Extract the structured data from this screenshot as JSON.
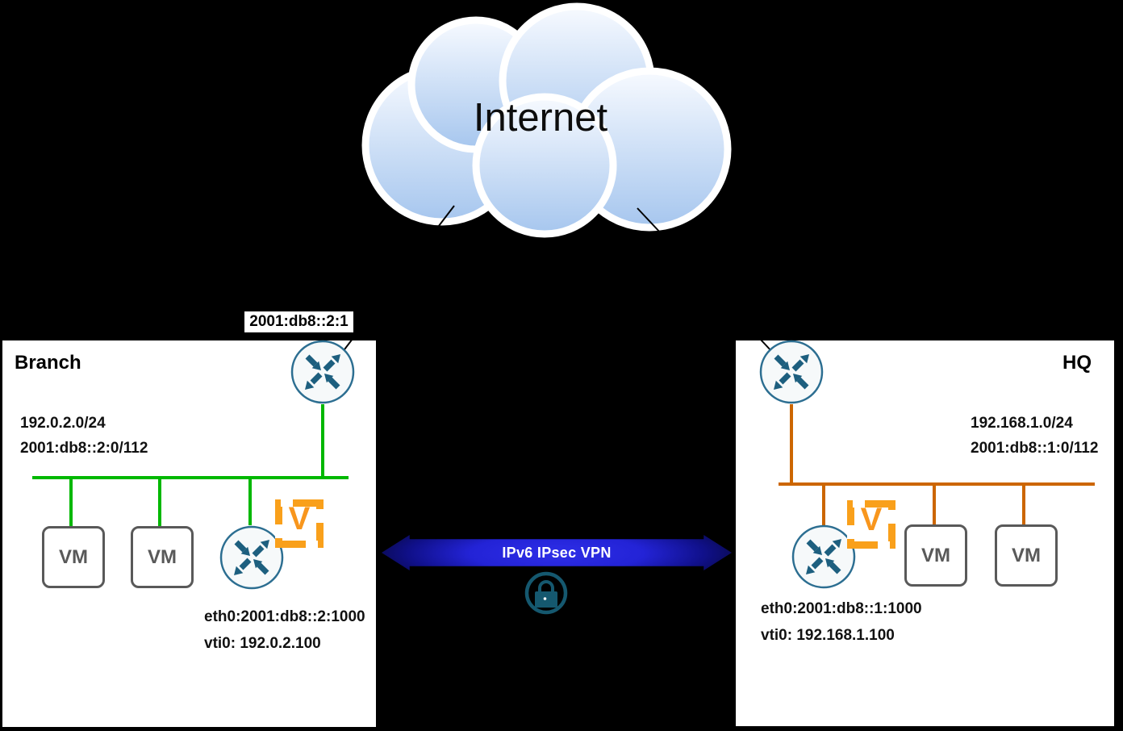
{
  "colors": {
    "background": "#000000",
    "site_bg": "#ffffff",
    "lan_branch": "#00b800",
    "lan_hq": "#cc6600",
    "router_teal": "#1d5f7f",
    "router_ring": "#2c6e91",
    "vyos_orange": "#f9a01b",
    "vpn_arrow_blue": "#2323d6",
    "lock_teal": "#15586f",
    "vm_gray": "#595959"
  },
  "internet": {
    "label": "Internet"
  },
  "wan": {
    "branch_router_address": "2001:db8::2:1"
  },
  "vpn": {
    "label": "IPv6 IPsec VPN",
    "lock_icon": "padlock"
  },
  "branch": {
    "title": "Branch",
    "networks": [
      "192.0.2.0/24",
      "2001:db8::2:0/112"
    ],
    "vms": [
      "VM",
      "VM"
    ],
    "router": {
      "eth0": "eth0:2001:db8::2:1000",
      "vti0": "vti0: 192.0.2.100"
    }
  },
  "hq": {
    "title": "HQ",
    "networks": [
      "192.168.1.0/24",
      "2001:db8::1:0/112"
    ],
    "vms": [
      "VM",
      "VM"
    ],
    "router": {
      "eth0": "eth0:2001:db8::1:1000",
      "vti0": "vti0: 192.168.1.100"
    }
  }
}
